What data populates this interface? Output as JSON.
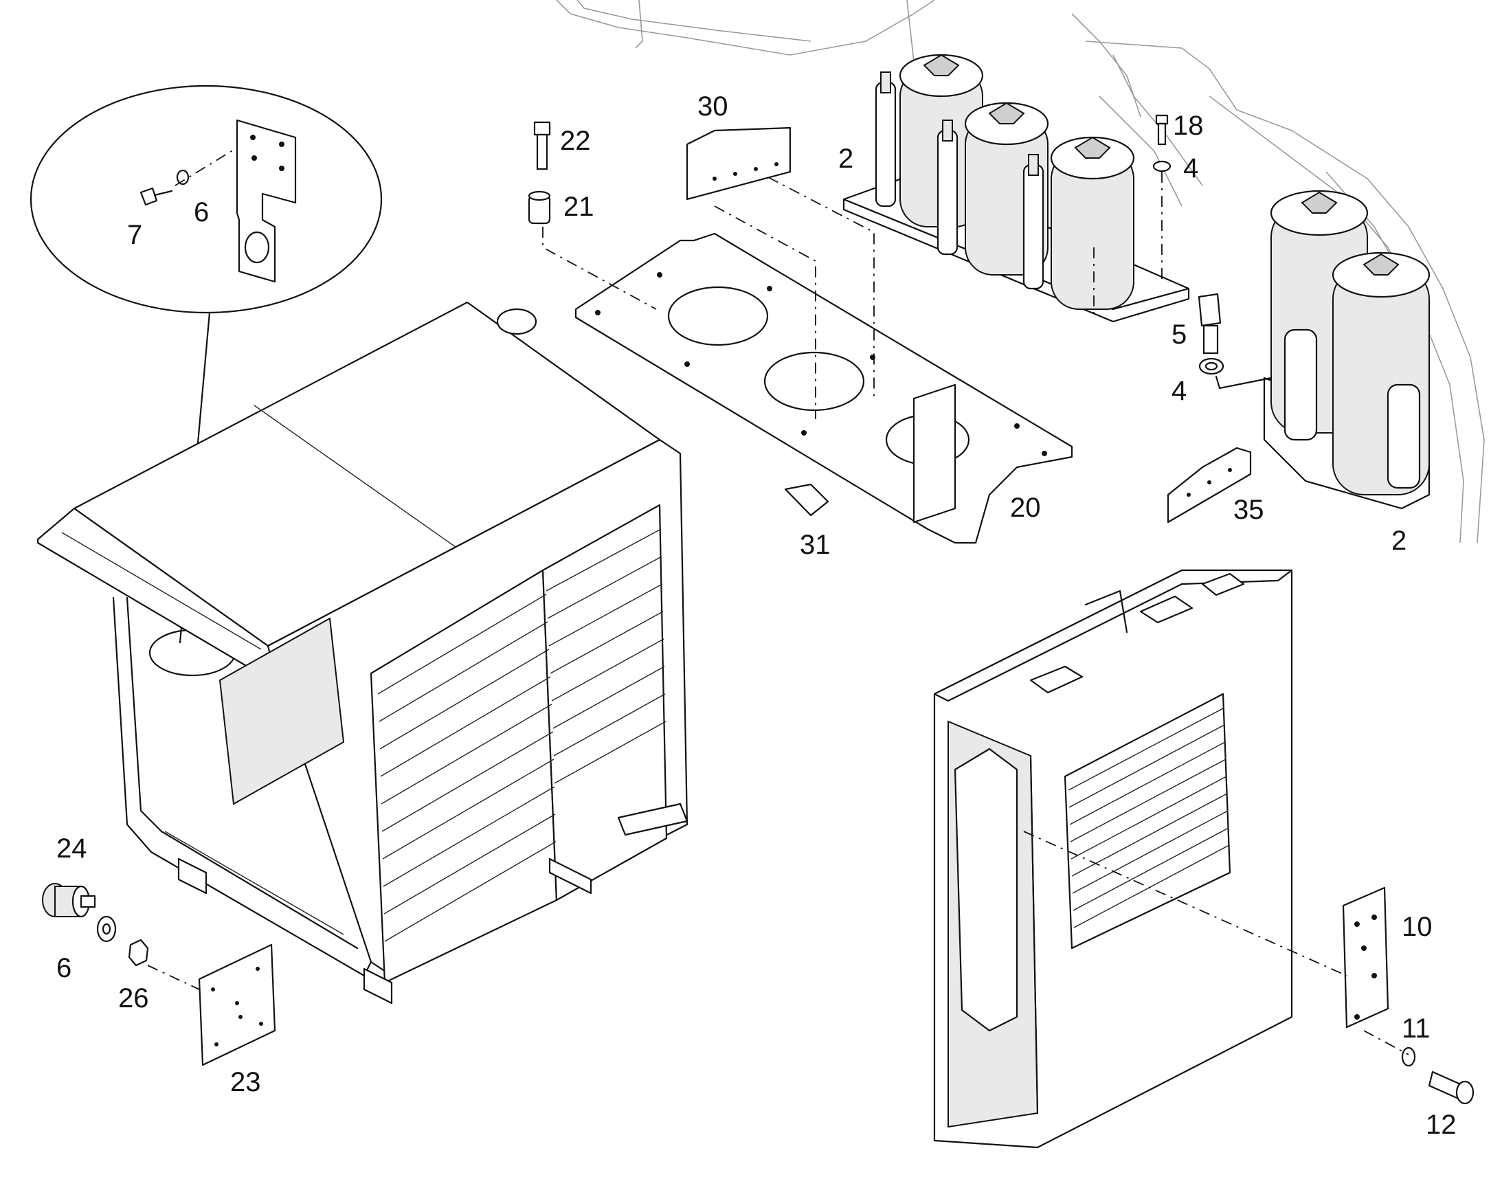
{
  "callouts": {
    "c30": "30",
    "c22": "22",
    "c21": "21",
    "c2a": "2",
    "c18": "18",
    "c4a": "4",
    "c6a": "6",
    "c7": "7",
    "c5": "5",
    "c4b": "4",
    "c20": "20",
    "c31": "31",
    "c35": "35",
    "c2b": "2",
    "c24": "24",
    "c6b": "6",
    "c26": "26",
    "c23": "23",
    "c10": "10",
    "c11": "11",
    "c12": "12"
  }
}
